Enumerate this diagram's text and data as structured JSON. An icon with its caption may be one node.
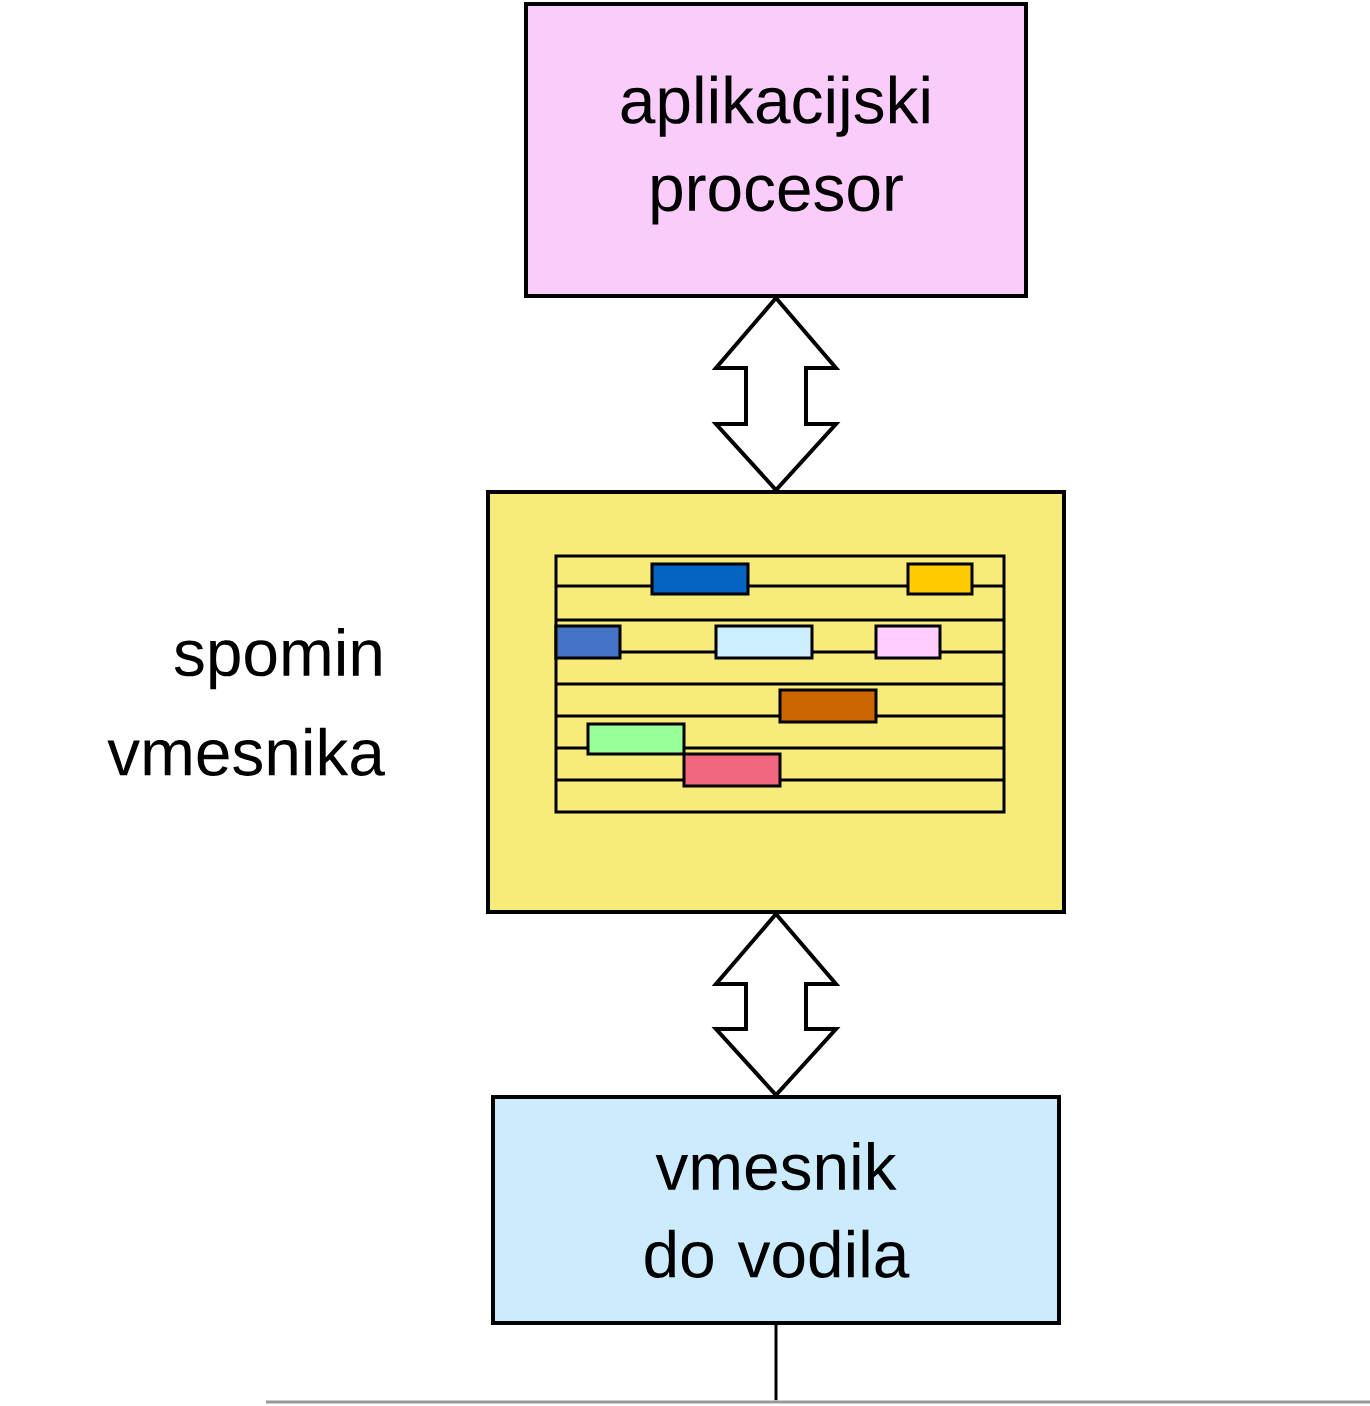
{
  "diagram": {
    "nodes": [
      {
        "text": [
          "aplikacijski procesor"
        ]
      },
      {
        "text": [],
        "shape": "box",
        "beside": [
          "spomin vmesnika"
        ]
      },
      {
        "text": [
          "vmesnik do vodila"
        ]
      },
      {
        "text": [],
        "shape": "bar"
      }
    ],
    "edges": [
      {
        "from": 0,
        "to": 1,
        "arrow": "both"
      },
      {
        "from": 1,
        "to": 2,
        "arrow": "both"
      },
      {
        "from": 2,
        "to": 3,
        "arrow": "none"
      }
    ]
  }
}
